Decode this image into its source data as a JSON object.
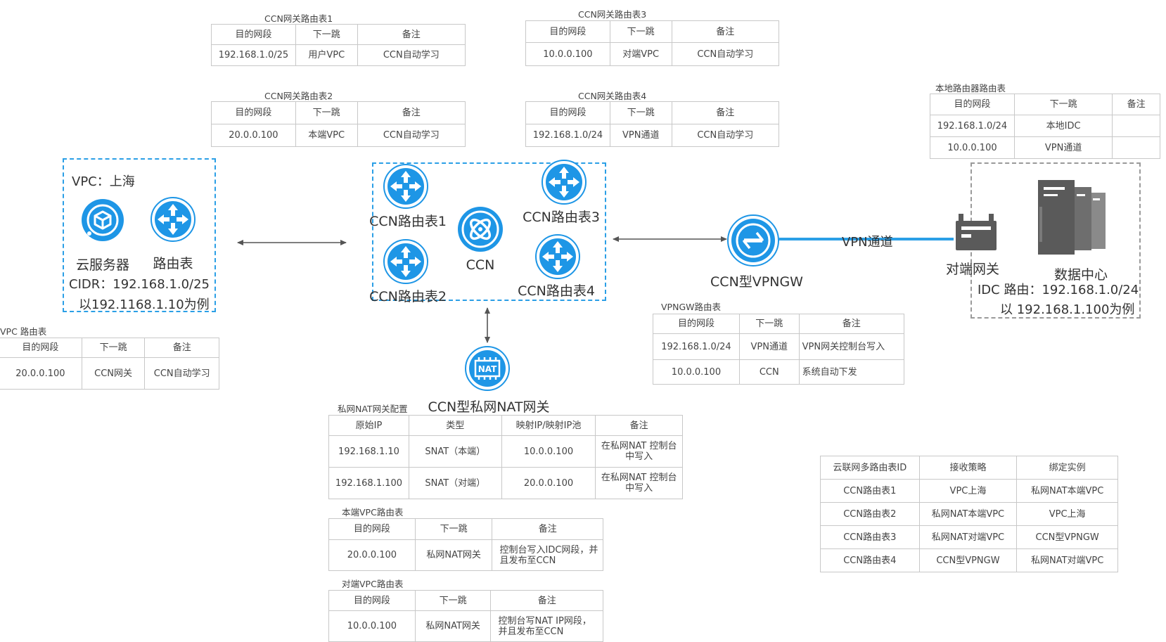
{
  "colors": {
    "accent": "#1e96e6",
    "line": "#2b9fe6",
    "border": "#c8c8c8",
    "device": "#5a5a5a"
  },
  "ccn_rt1": {
    "caption": "CCN网关路由表1",
    "headers": [
      "目的网段",
      "下一跳",
      "备注"
    ],
    "rows": [
      [
        "192.168.1.0/25",
        "用户VPC",
        "CCN自动学习"
      ]
    ]
  },
  "ccn_rt3": {
    "caption": "CCN网关路由表3",
    "headers": [
      "目的网段",
      "下一跳",
      "备注"
    ],
    "rows": [
      [
        "10.0.0.100",
        "对端VPC",
        "CCN自动学习"
      ]
    ]
  },
  "ccn_rt2": {
    "caption": "CCN网关路由表2",
    "headers": [
      "目的网段",
      "下一跳",
      "备注"
    ],
    "rows": [
      [
        "20.0.0.100",
        "本端VPC",
        "CCN自动学习"
      ]
    ]
  },
  "ccn_rt4": {
    "caption": "CCN网关路由表4",
    "headers": [
      "目的网段",
      "下一跳",
      "备注"
    ],
    "rows": [
      [
        "192.168.1.0/24",
        "VPN通道",
        "CCN自动学习"
      ]
    ]
  },
  "local_rt": {
    "caption": "本地路由器路由表",
    "headers": [
      "目的网段",
      "下一跳",
      "备注"
    ],
    "rows": [
      [
        "192.168.1.0/24",
        "本地IDC",
        ""
      ],
      [
        "10.0.0.100",
        "VPN通道",
        ""
      ]
    ]
  },
  "vpc_rt": {
    "caption": "VPC 路由表",
    "headers": [
      "目的网段",
      "下一跳",
      "备注"
    ],
    "rows": [
      [
        "20.0.0.100",
        "CCN网关",
        "CCN自动学习"
      ]
    ]
  },
  "vpngw_rt": {
    "caption": "VPNGW路由表",
    "headers": [
      "目的网段",
      "下一跳",
      "备注"
    ],
    "rows": [
      [
        "192.168.1.0/24",
        "VPN通道",
        "VPN网关控制台写入"
      ],
      [
        "10.0.0.100",
        "CCN",
        "系统自动下发"
      ]
    ]
  },
  "nat_cfg": {
    "caption": "私网NAT网关配置",
    "headers": [
      "原始IP",
      "类型",
      "映射IP/映射IP池",
      "备注"
    ],
    "rows": [
      [
        "192.168.1.10",
        "SNAT（本端）",
        "10.0.0.100",
        "在私网NAT 控制台中写入"
      ],
      [
        "192.168.1.100",
        "SNAT（对端）",
        "20.0.0.100",
        "在私网NAT 控制台中写入"
      ]
    ]
  },
  "local_vpc_rt": {
    "caption": "本端VPC路由表",
    "headers": [
      "目的网段",
      "下一跳",
      "备注"
    ],
    "rows": [
      [
        "20.0.0.100",
        "私网NAT网关",
        "控制台写入IDC网段，并且发布至CCN"
      ]
    ]
  },
  "peer_vpc_rt": {
    "caption": "对端VPC路由表",
    "headers": [
      "目的网段",
      "下一跳",
      "备注"
    ],
    "rows": [
      [
        "10.0.0.100",
        "私网NAT网关",
        "控制台写NAT IP网段，并且发布至CCN"
      ]
    ]
  },
  "multi_rt": {
    "headers": [
      "云联网多路由表ID",
      "接收策略",
      "绑定实例"
    ],
    "rows": [
      [
        "CCN路由表1",
        "VPC上海",
        "私网NAT本端VPC"
      ],
      [
        "CCN路由表2",
        "私网NAT本端VPC",
        "VPC上海"
      ],
      [
        "CCN路由表3",
        "私网NAT对端VPC",
        "CCN型VPNGW"
      ],
      [
        "CCN路由表4",
        "CCN型VPNGW",
        "私网NAT对端VPC"
      ]
    ]
  },
  "vpc": {
    "title": "VPC：上海",
    "server_label": "云服务器",
    "rt_label": "路由表",
    "cidr": "CIDR：192.168.1.0/25",
    "example": "以192.1168.1.10为例"
  },
  "ccn": {
    "rt1": "CCN路由表1",
    "rt2": "CCN路由表2",
    "rt3": "CCN路由表3",
    "rt4": "CCN路由表4",
    "center": "CCN"
  },
  "nat": {
    "label": "CCN型私网NAT网关",
    "icon_text": "NAT"
  },
  "vpngw": {
    "label": "CCN型VPNGW",
    "tunnel": "VPN通道"
  },
  "idc": {
    "gw_label": "对端网关",
    "dc_label": "数据中心",
    "route": "IDC 路由：192.168.1.0/24",
    "example": "以 192.168.1.100为例"
  }
}
